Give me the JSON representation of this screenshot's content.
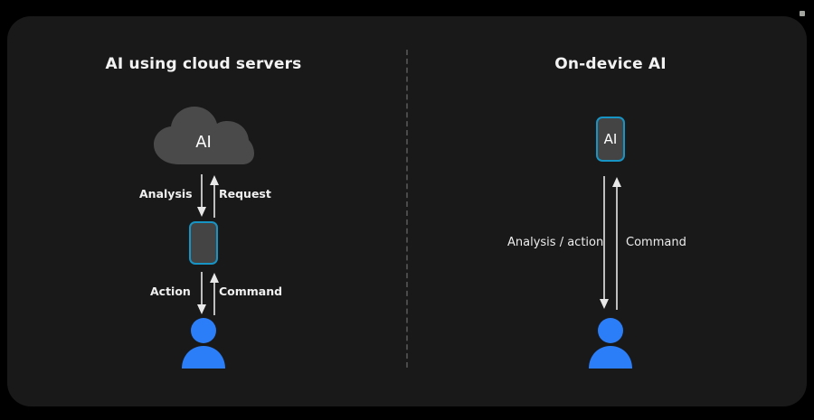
{
  "figure": {
    "background_color": "#000000",
    "panel_color": "#191919",
    "accent_cyan": "#1793c4",
    "accent_blue": "#2b7ef7",
    "cloud_color": "#4a4a4a",
    "text_color": "#f2f2f2",
    "divider_color": "#4a4a4a"
  },
  "columns": [
    {
      "id": "cloud-ai",
      "title": "AI using cloud servers",
      "nodes": [
        {
          "name": "cloud-node",
          "label": "AI",
          "shape": "cloud"
        },
        {
          "name": "device-node",
          "label": "",
          "shape": "phone"
        },
        {
          "name": "user-node",
          "label": "",
          "shape": "person"
        }
      ],
      "flows": [
        {
          "name": "cloud-to-device-down",
          "label": "Analysis",
          "direction": "down"
        },
        {
          "name": "device-to-cloud-up",
          "label": "Request",
          "direction": "up"
        },
        {
          "name": "device-to-user-down",
          "label": "Action",
          "direction": "down"
        },
        {
          "name": "user-to-device-up",
          "label": "Command",
          "direction": "up"
        }
      ]
    },
    {
      "id": "on-device-ai",
      "title": "On-device AI",
      "nodes": [
        {
          "name": "device-ai-node",
          "label": "AI",
          "shape": "phone"
        },
        {
          "name": "user-node",
          "label": "",
          "shape": "person"
        }
      ],
      "flows": [
        {
          "name": "device-to-user-down",
          "label": "Analysis / action",
          "direction": "down"
        },
        {
          "name": "user-to-device-up",
          "label": "Command",
          "direction": "up"
        }
      ]
    }
  ]
}
